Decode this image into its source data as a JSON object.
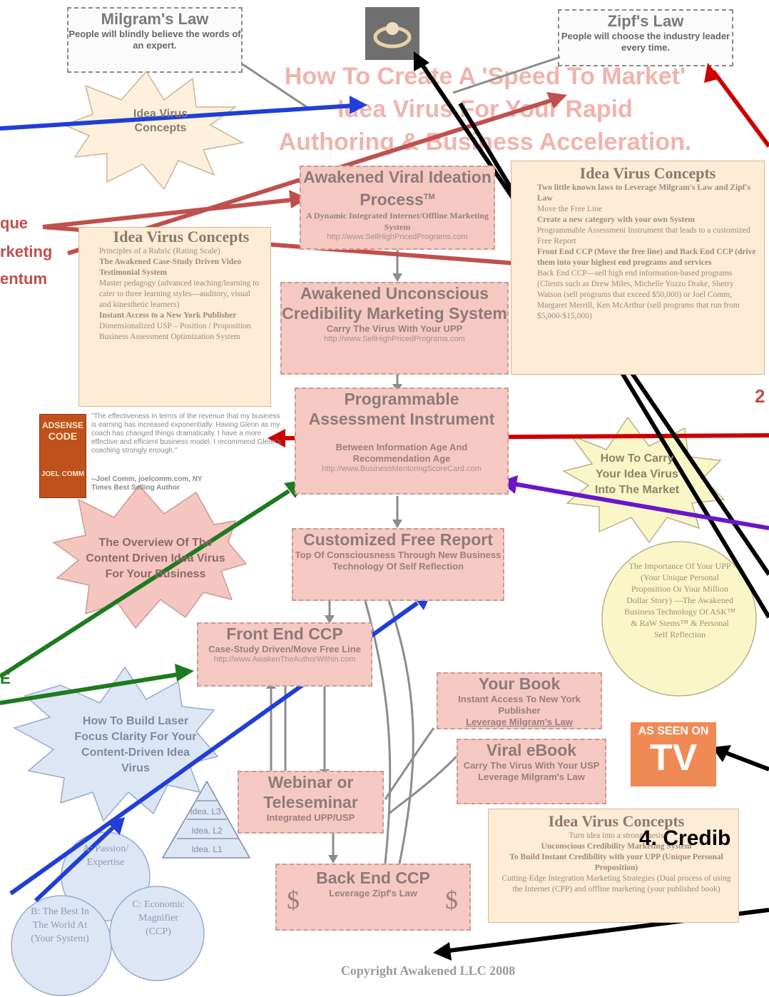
{
  "laws": {
    "milgram": {
      "title": "Milgram's Law",
      "sub": "People will blindly believe the words of an expert."
    },
    "zipf": {
      "title": "Zipf's Law",
      "sub": "People will choose the industry leader every time."
    }
  },
  "main_title": {
    "line1": "How To Create A 'Speed To Market'",
    "line2": "Idea Virus For Your Rapid",
    "line3": "Authoring & Business Acceleration."
  },
  "bursts": {
    "idea_virus": "Idea Virus Concepts",
    "overview": "The Overview Of The Content Driven Idea Virus For Your Business",
    "carry": "How To Carry Your Idea Virus Into The Market",
    "laser": "How To Build Laser Focus Clarity For Your Content-Driven Idea Virus"
  },
  "process": {
    "viral": {
      "title": "Awakened Viral Ideation Process",
      "tm": "TM",
      "sub": "A Dynamic Integrated Internet/Offline Marketing System",
      "url": "http://www.SellHighPricedPrograms.com"
    },
    "unconscious": {
      "title": "Awakened Unconscious Credibility Marketing System",
      "sub": "Carry The Virus With Your UPP",
      "url": "http://www.SellHighPricedPrograms.com"
    },
    "programmable": {
      "title": "Programmable Assessment Instrument",
      "sub": "Between Information Age And Recommendation Age",
      "url": "http://www.BusinessMentoringScoreCard.com"
    },
    "report": {
      "title": "Customized Free Report",
      "sub": "Top Of Consciousness Through New Business Technology Of Self Reflection"
    },
    "front": {
      "title": "Front End CCP",
      "sub": "Case-Study Driven/Move Free Line",
      "url": "http://www.AwakenTheAuthorWithin.com"
    },
    "book": {
      "title": "Your Book",
      "sub1": "Instant Access To New York Publisher",
      "sub2": "Leverage Milgram's Law"
    },
    "ebook": {
      "title": "Viral eBook",
      "sub1": "Carry The Virus With Your USP",
      "sub2": "Leverage Milgram's Law"
    },
    "webinar": {
      "title": "Webinar or Teleseminar",
      "sub": "Integrated UPP/USP"
    },
    "backend": {
      "title": "Back End CCP",
      "sub": "Leverage Zipf's Law",
      "dollar": "$"
    }
  },
  "ivc_left": {
    "title": "Idea Virus Concepts",
    "lines": [
      "Principles of a Rubric (Rating Scale)",
      "The Awakened Case-Study Driven Video Testimonial System",
      "Master pedagogy (advanced teaching/learning to cater to three learning styles—auditory, visual and kinesthetic learners)",
      "Instant Access to a New York Publisher",
      "Dimensionalized USP – Position / Proposition",
      "Business Assessment Optimization System"
    ]
  },
  "ivc_right": {
    "title": "Idea Virus Concepts",
    "lines": [
      "Two little known laws to Leverage Milgram's Law and Zipf's Law",
      "Move the Free Line",
      "Create a new category with your own System",
      "Programmable Assessment Instrument that leads to a customized Free Report",
      "Front End CCP (Move the free line) and Back End CCP (drive them into your highest end programs and services",
      "Back End CCP—sell high end information-based programs (Clients such as Drew Miles, Michelle Yozzo Drake, Sherry Watson (sell programs that exceed $50,000) or Joel Comm, Margaret Merrill, Ken McArthur (sell programs that run from $5,000-$15,000)"
    ]
  },
  "ivc_bottom": {
    "title": "Idea Virus Concepts",
    "lines": [
      "Turn idea into a strong thesis",
      "Unconscious Credibility Marketing System",
      "To Build Instant Credibility with your UPP (Unique Personal Proposition)",
      "Cutting-Edge Integration Marketing Strategies (Dual process of using the Internet (CPP) and offline marketing (your published book)"
    ]
  },
  "quote": {
    "text": "\"The effectiveness in terms of the revenue that my business is earning has increased exponentially. Having Glenn as my coach has changed things dramatically. I have a more effective and efficient business model. I recommend Glenn's coaching strongly enough.\"",
    "author": "--Joel Comm, joelcomm.com, NY Times Best Selling Author"
  },
  "book_cover": {
    "line1": "ADSENSE",
    "line2": "CODE",
    "line3": "JOEL COMM"
  },
  "upp_circle": "The Importance Of Your UPP (Your Unique Personal Proposition Or Your Million Dollar Story) —The Awakened Business Technology Of ASK™ & RaW Stems™ & Personal Self Reflection",
  "pyramid": [
    "Idea. L3",
    "Idea. L2",
    "Idea. L1"
  ],
  "venn": {
    "a": "A: Passion/ Expertise",
    "b": "B: The Best In The World At (Your System)",
    "c": "C: Economic Magnifier (CCP)"
  },
  "tv_badge": {
    "top": "AS SEEN ON",
    "big": "TV"
  },
  "copyright": "Copyright Awakened LLC 2008",
  "edge_labels": {
    "unique": "que",
    "marketing": "rketing",
    "momentum": "entum",
    "num2": "2",
    "credib": "4. Credib",
    "e": "E"
  },
  "colors": {
    "red_arrow": "#c0504d",
    "blue_arrow": "#1f3fd6",
    "green_arrow": "#1e7a1e",
    "purple_arrow": "#6a16c8",
    "black_arrow": "#000000",
    "dark_red_arrow": "#cc0000"
  }
}
